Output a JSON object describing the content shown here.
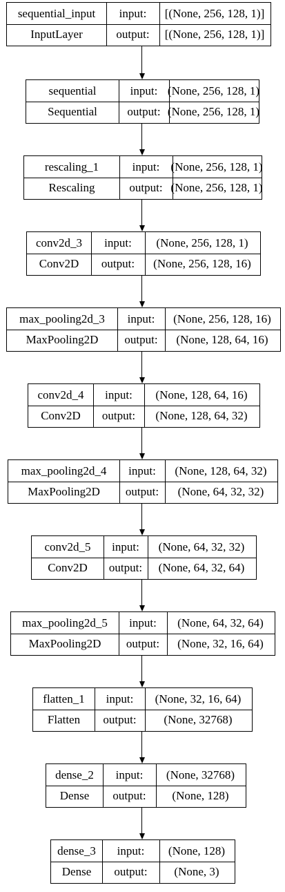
{
  "diagram": {
    "input_label": "input:",
    "output_label": "output:",
    "nodes": [
      {
        "name": "sequential_input",
        "type": "InputLayer",
        "input": "[(None, 256, 128, 1)]",
        "output": "[(None, 256, 128, 1)]"
      },
      {
        "name": "sequential",
        "type": "Sequential",
        "input": "(None, 256, 128, 1)",
        "output": "(None, 256, 128, 1)"
      },
      {
        "name": "rescaling_1",
        "type": "Rescaling",
        "input": "(None, 256, 128, 1)",
        "output": "(None, 256, 128, 1)"
      },
      {
        "name": "conv2d_3",
        "type": "Conv2D",
        "input": "(None, 256, 128, 1)",
        "output": "(None, 256, 128, 16)"
      },
      {
        "name": "max_pooling2d_3",
        "type": "MaxPooling2D",
        "input": "(None, 256, 128, 16)",
        "output": "(None, 128, 64, 16)"
      },
      {
        "name": "conv2d_4",
        "type": "Conv2D",
        "input": "(None, 128, 64, 16)",
        "output": "(None, 128, 64, 32)"
      },
      {
        "name": "max_pooling2d_4",
        "type": "MaxPooling2D",
        "input": "(None, 128, 64, 32)",
        "output": "(None, 64, 32, 32)"
      },
      {
        "name": "conv2d_5",
        "type": "Conv2D",
        "input": "(None, 64, 32, 32)",
        "output": "(None, 64, 32, 64)"
      },
      {
        "name": "max_pooling2d_5",
        "type": "MaxPooling2D",
        "input": "(None, 64, 32, 64)",
        "output": "(None, 32, 16, 64)"
      },
      {
        "name": "flatten_1",
        "type": "Flatten",
        "input": "(None, 32, 16, 64)",
        "output": "(None, 32768)"
      },
      {
        "name": "dense_2",
        "type": "Dense",
        "input": "(None, 32768)",
        "output": "(None, 128)"
      },
      {
        "name": "dense_3",
        "type": "Dense",
        "input": "(None, 128)",
        "output": "(None, 3)"
      }
    ]
  }
}
